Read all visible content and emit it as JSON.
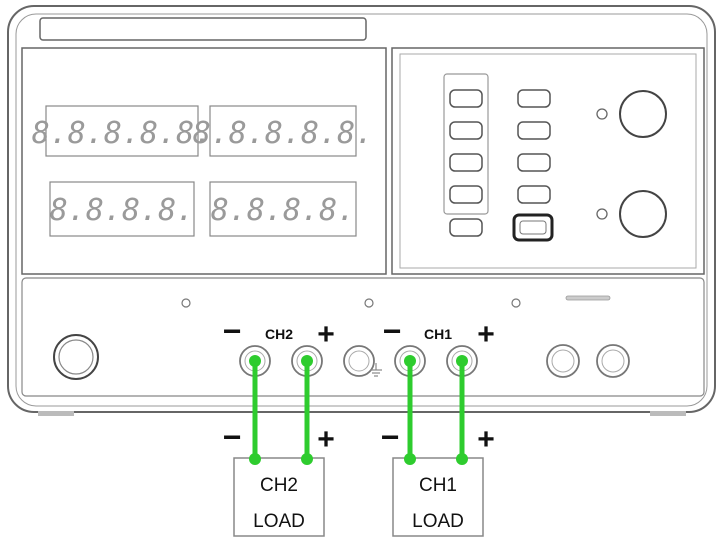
{
  "front_panel": {
    "displays": [
      {
        "id": "ch2-voltage",
        "digits": "8.8.8.8.8."
      },
      {
        "id": "ch1-voltage",
        "digits": "8.8.8.8.8."
      },
      {
        "id": "ch2-current",
        "digits": "8.8.8.8."
      },
      {
        "id": "ch1-current",
        "digits": "8.8.8.8."
      }
    ]
  },
  "terminals": {
    "ch2": {
      "label": "CH2",
      "minus": "−",
      "plus": "+"
    },
    "ch1": {
      "label": "CH1",
      "minus": "−",
      "plus": "+"
    }
  },
  "loads": [
    {
      "id": "ch2",
      "line1": "CH2",
      "line2": "LOAD",
      "minus": "−",
      "plus": "+"
    },
    {
      "id": "ch1",
      "line1": "CH1",
      "line2": "LOAD",
      "minus": "−",
      "plus": "+"
    }
  ],
  "colors": {
    "wire": "#2ecc2e",
    "outline": "#444444",
    "segment": "#9a9a9a"
  }
}
